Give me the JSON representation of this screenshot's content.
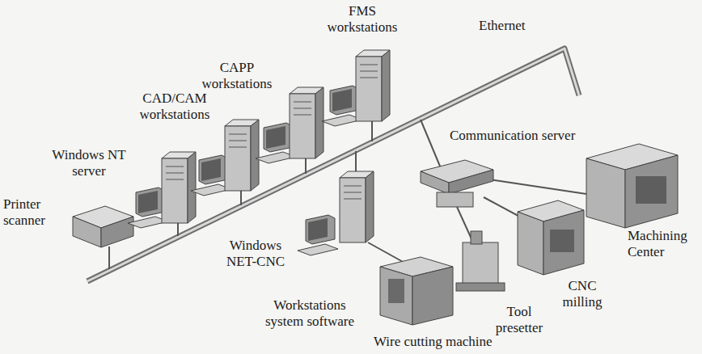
{
  "diagram": {
    "labels": [
      "FMS workstations",
      "CAPP workstations",
      "CAD/CAM workstations",
      "Ethernet",
      "Windows NT server",
      "Printer scanner",
      "Communication server",
      "Windows NET-CNC",
      "Workstations system software",
      "Wire cutting machine",
      "Tool presetter",
      "CNC milling",
      "Machining Center"
    ]
  }
}
